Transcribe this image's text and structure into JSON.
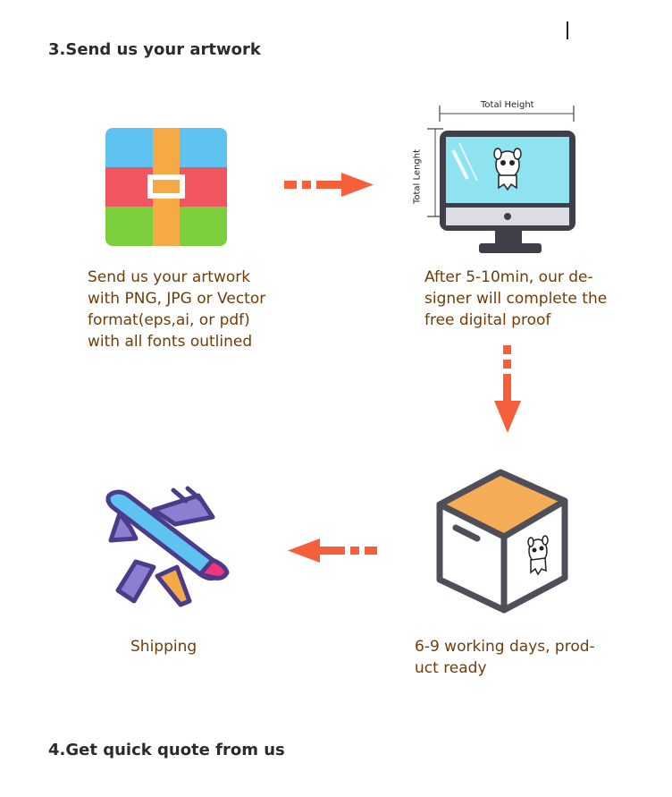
{
  "sections": {
    "send_artwork_heading": "3.Send us your artwork",
    "quote_heading": "4.Get quick quote from us"
  },
  "steps": {
    "artwork": {
      "icon": "package-box-icon",
      "lines": [
        "Send us your artwork",
        "with PNG, JPG or Vector",
        "format(eps,ai, or pdf)",
        "with all fonts outlined"
      ]
    },
    "proof": {
      "icon": "monitor-icon",
      "dimension_width_label": "Total Height",
      "dimension_height_label": "Total Lenght",
      "lines": [
        "After 5-10min, our de-",
        "signer will complete the",
        "free digital proof"
      ]
    },
    "production": {
      "icon": "cardboard-box-icon",
      "lines": [
        "6-9 working days, prod-",
        "uct ready"
      ]
    },
    "shipping": {
      "icon": "airplane-icon",
      "lines": [
        "Shipping"
      ]
    }
  },
  "colors": {
    "step_text": "#6e3d0a",
    "arrow": "#f5603a",
    "heading": "#2b2b2b"
  }
}
